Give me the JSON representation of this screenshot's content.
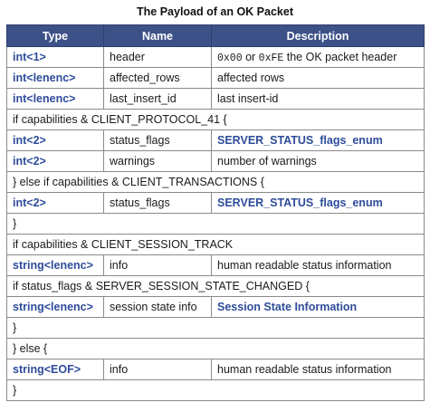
{
  "caption": "The Payload of an OK Packet",
  "headers": {
    "type": "Type",
    "name": "Name",
    "description": "Description"
  },
  "rows": {
    "r0": {
      "type": "int<1>",
      "name": "header",
      "desc_code_a": "0x00",
      "desc_mid": " or ",
      "desc_code_b": "0xFE",
      "desc_tail": " the OK packet header"
    },
    "r1": {
      "type": "int<lenenc>",
      "name": "affected_rows",
      "desc": "affected rows"
    },
    "r2": {
      "type": "int<lenenc>",
      "name": "last_insert_id",
      "desc": "last insert-id"
    },
    "r3": {
      "full": "if capabilities & CLIENT_PROTOCOL_41 {"
    },
    "r4": {
      "type": "int<2>",
      "name": "status_flags",
      "desc": "SERVER_STATUS_flags_enum"
    },
    "r5": {
      "type": "int<2>",
      "name": "warnings",
      "desc": "number of warnings"
    },
    "r6": {
      "full": "} else if capabilities & CLIENT_TRANSACTIONS {"
    },
    "r7": {
      "type": "int<2>",
      "name": "status_flags",
      "desc": "SERVER_STATUS_flags_enum"
    },
    "r8": {
      "full": "}"
    },
    "r9": {
      "full": "if capabilities & CLIENT_SESSION_TRACK"
    },
    "r10": {
      "type": "string<lenenc>",
      "name": "info",
      "desc": "human readable status information"
    },
    "r11": {
      "full": "if status_flags & SERVER_SESSION_STATE_CHANGED {"
    },
    "r12": {
      "type": "string<lenenc>",
      "name": "session state info",
      "desc": "Session State Information"
    },
    "r13": {
      "full": "}"
    },
    "r14": {
      "full": "} else {"
    },
    "r15": {
      "type": "string<EOF>",
      "name": "info",
      "desc": "human readable status information"
    },
    "r16": {
      "full": "}"
    }
  },
  "colors": {
    "header_bg": "#3c5188",
    "type_text": "#2e4c9a",
    "border": "#8a8a8a"
  }
}
